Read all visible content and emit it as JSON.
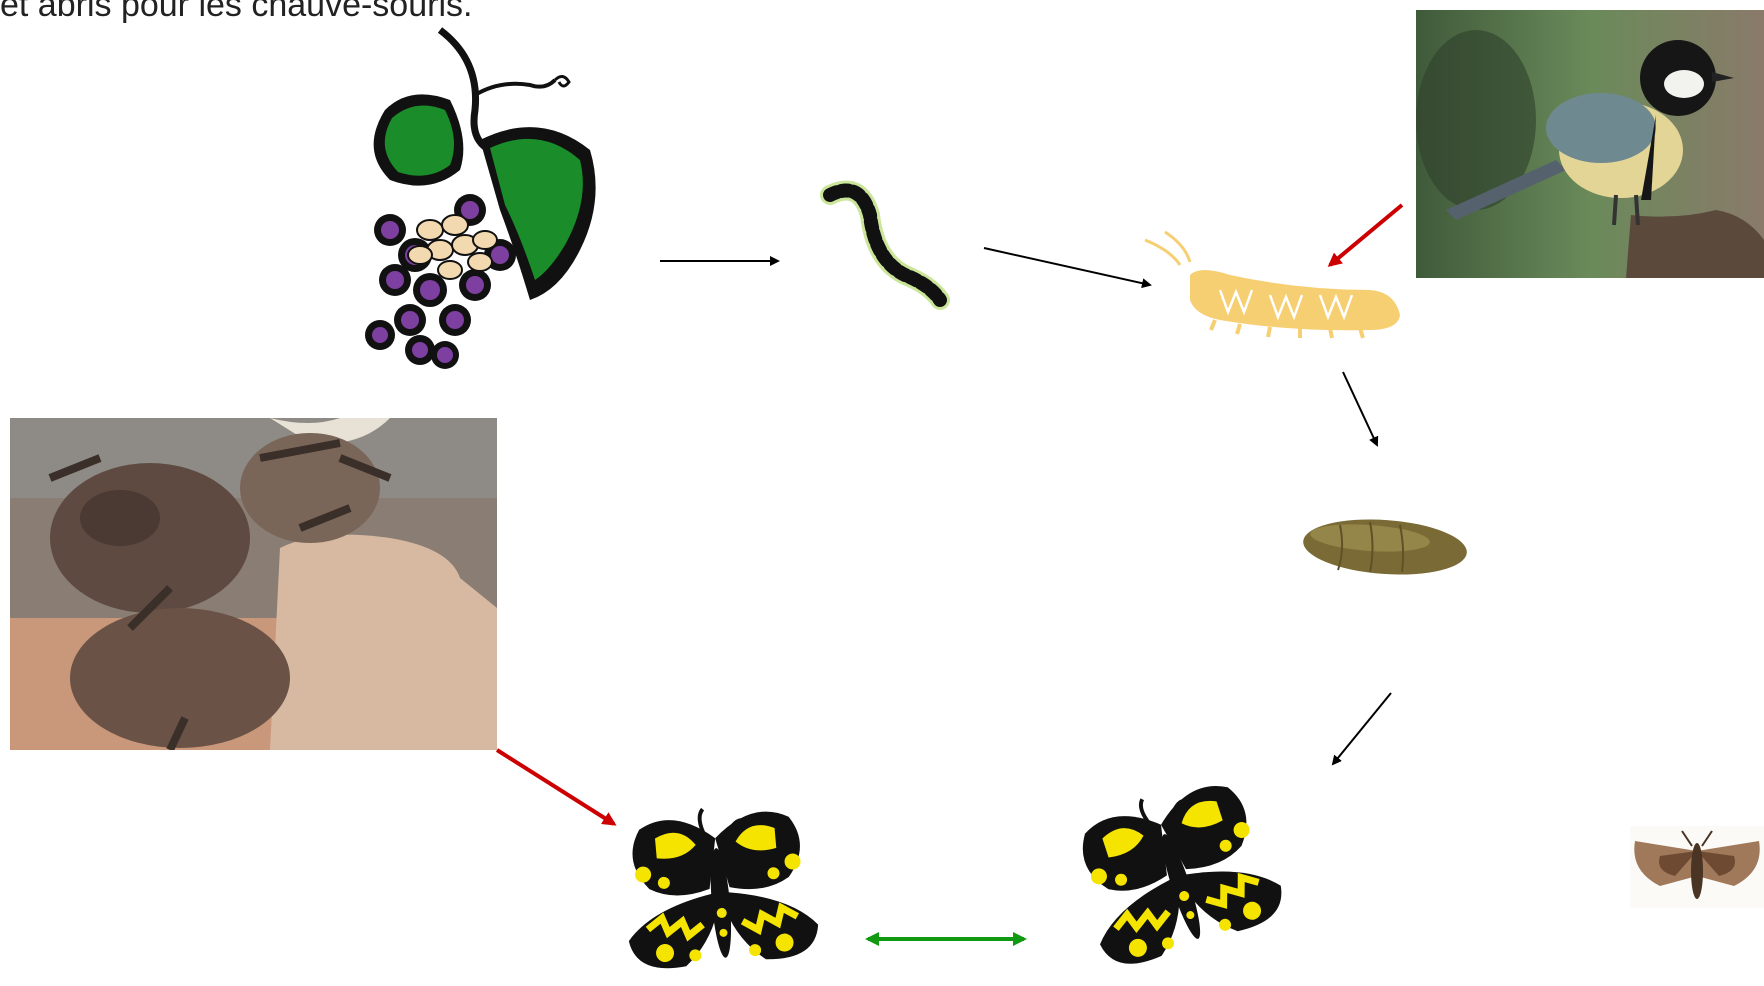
{
  "caption": "et abris pour les chauve-souris.",
  "colors": {
    "arrow_default": "#000000",
    "arrow_predation": "#cc0000",
    "arrow_mating": "#119911",
    "moth_yellow": "#f4e400",
    "leaf_green": "#1b8c2a",
    "grape_purple": "#7d3fa0",
    "caterpillar_yellow": "#f7cf73"
  },
  "nodes": [
    {
      "id": "grapes",
      "icon": "grape-bunch-icon"
    },
    {
      "id": "young-caterpillar",
      "icon": "caterpillar-icon"
    },
    {
      "id": "mature-caterpillar",
      "icon": "caterpillar-icon"
    },
    {
      "id": "great-tit",
      "icon": "bird-photo"
    },
    {
      "id": "chrysalis",
      "icon": "chrysalis-icon"
    },
    {
      "id": "moth-right",
      "icon": "moth-icon"
    },
    {
      "id": "moth-left",
      "icon": "moth-icon"
    },
    {
      "id": "bats",
      "icon": "bat-photo"
    },
    {
      "id": "moth-photo",
      "icon": "moth-photo"
    }
  ],
  "edges": [
    {
      "from": "grapes",
      "to": "young-caterpillar",
      "kind": "default"
    },
    {
      "from": "young-caterpillar",
      "to": "mature-caterpillar",
      "kind": "default"
    },
    {
      "from": "great-tit",
      "to": "mature-caterpillar",
      "kind": "predation"
    },
    {
      "from": "mature-caterpillar",
      "to": "chrysalis",
      "kind": "default"
    },
    {
      "from": "chrysalis",
      "to": "moth-right",
      "kind": "default"
    },
    {
      "from": "bats",
      "to": "moth-left",
      "kind": "predation"
    },
    {
      "from": "moth-left",
      "to": "moth-right",
      "kind": "mating"
    }
  ]
}
